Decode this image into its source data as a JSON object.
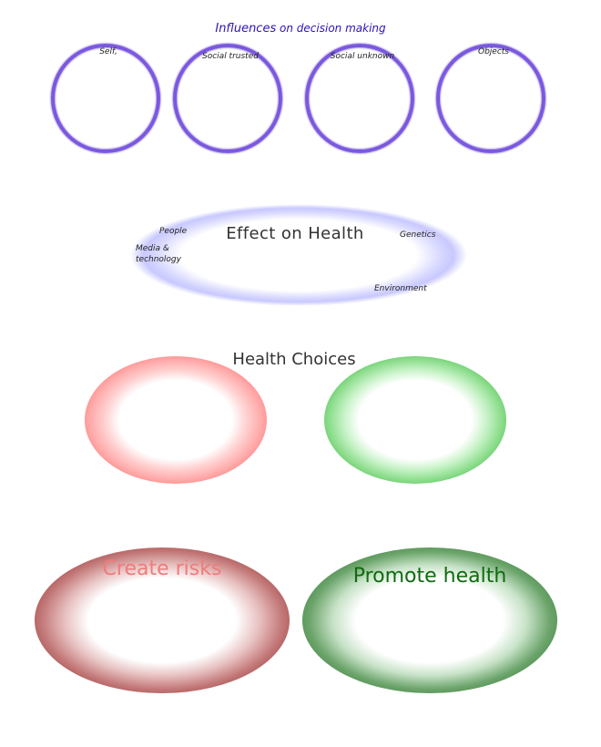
{
  "influences": {
    "title_main": "Influences",
    "title_rest": " on  decision making",
    "circles": [
      {
        "label": "Self,"
      },
      {
        "label": "Social trusted"
      },
      {
        "label": "Social unknown"
      },
      {
        "label": "Objects"
      }
    ]
  },
  "effect": {
    "title": "Effect on Health",
    "labels": {
      "people": "People",
      "media_line1": "Media &",
      "media_line2": "technology",
      "genetics": "Genetics",
      "environment": "Environment"
    }
  },
  "choices": {
    "title": "Health Choices",
    "negative": "Create risks",
    "positive": "Promote health"
  },
  "colors": {
    "title_blue": "#2f12b8",
    "ring_purple": "#7b58e0",
    "glow_lavender": "#c8c8ff",
    "red_light": "#ff9a9a",
    "green_light": "#7bd47b",
    "red_dark": "#b86868",
    "green_dark": "#5e9a5e",
    "create_risks_text": "#f07b7b",
    "promote_health_text": "#0f6b10"
  }
}
